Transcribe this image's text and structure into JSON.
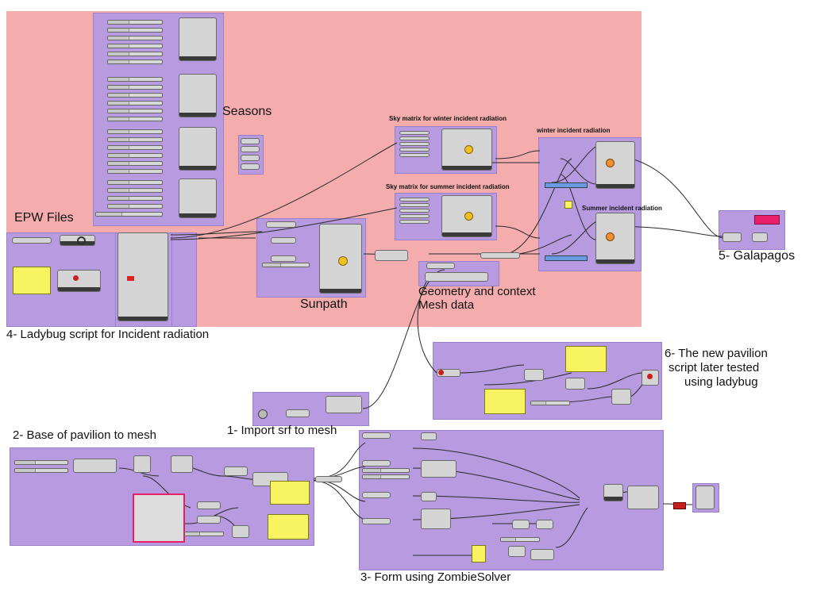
{
  "labels": {
    "seasons": "Seasons",
    "epw_files": "EPW Files",
    "ladybug_script": "4- Ladybug script for Incident radiation",
    "sunpath": "Sunpath",
    "sky_winter": "Sky matrix for winter incident radiation",
    "sky_summer": "Sky matrix for summer incident radiation",
    "winter_rad": "winter incident radiation",
    "summer_rad": "Summer incident radiation",
    "geometry_line1": "Geometry and context",
    "geometry_line2": "Mesh data",
    "galapagos": "5- Galapagos",
    "new_pavilion_line1": "6- The new pavilion",
    "new_pavilion_line2": "script later tested",
    "new_pavilion_line3": "using ladybug",
    "base_pavilion": "2- Base of pavilion to mesh",
    "import_srf": "1- Import srf to mesh",
    "form_zombie": "3- Form using ZombieSolver"
  },
  "colors": {
    "canvas": "#f4acac",
    "group": "#b79ae0",
    "panel": "#f7f360",
    "wire": "#2a2a2a",
    "galapagos_btn": "#e8206a"
  }
}
